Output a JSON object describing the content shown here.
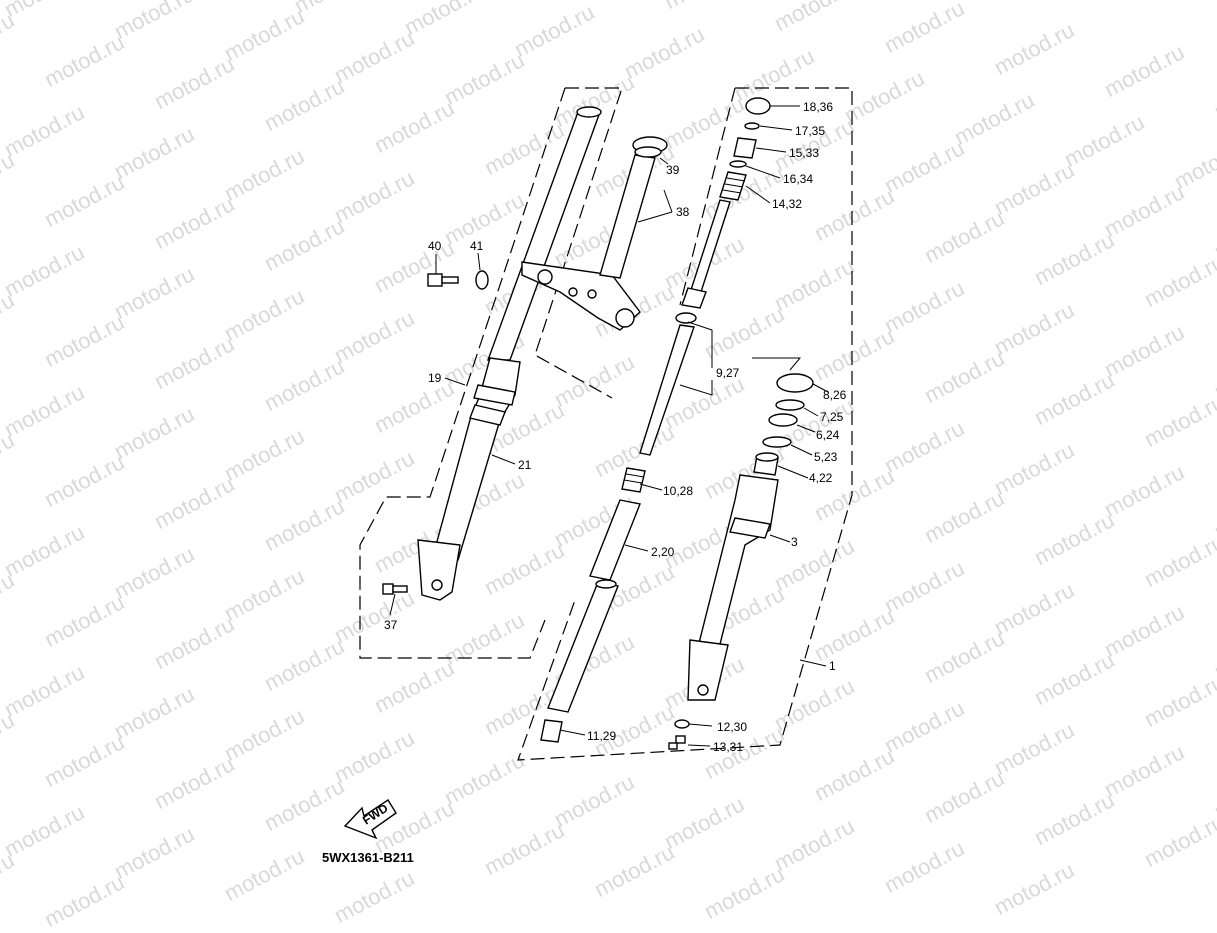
{
  "watermark": "motod.ru",
  "diagram_code": "5WX1361-B211",
  "fwd_label": "FWD",
  "labels": {
    "p18_36": "18,36",
    "p17_35": "17,35",
    "p15_33": "15,33",
    "p16_34": "16,34",
    "p14_32": "14,32",
    "p39": "39",
    "p38": "38",
    "p40": "40",
    "p41": "41",
    "p9_27": "9,27",
    "p8_26": "8,26",
    "p7_25": "7,25",
    "p6_24": "6,24",
    "p5_23": "5,23",
    "p4_22": "4,22",
    "p19": "19",
    "p21": "21",
    "p10_28": "10,28",
    "p3": "3",
    "p2_20": "2,20",
    "p37": "37",
    "p1": "1",
    "p12_30": "12,30",
    "p11_29": "11,29",
    "p13_31": "13,31"
  },
  "colors": {
    "line": "#000000",
    "watermark": "#d9d9d9",
    "background": "#ffffff"
  }
}
